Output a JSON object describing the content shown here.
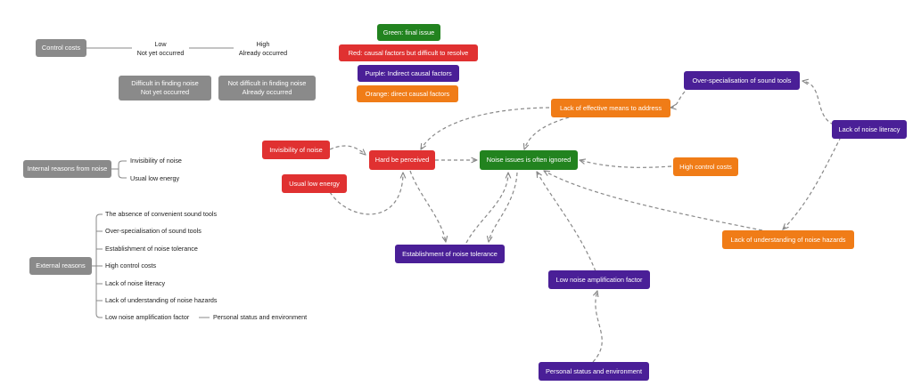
{
  "colors": {
    "gray": "#8a8a8a",
    "green": "#22831f",
    "red": "#e03131",
    "purple": "#4a1f97",
    "orange": "#f07c17",
    "connector": "#888888"
  },
  "control_costs": {
    "root": "Control costs",
    "low_title": "Low",
    "low_sub": "Not yet occurred",
    "high_title": "High",
    "high_sub": "Already occurred",
    "difficult_title": "Difficult in finding noise",
    "difficult_sub": "Not yet occurred",
    "not_difficult_title": "Not difficult in finding noise",
    "not_difficult_sub": "Already occurred"
  },
  "legend": {
    "green": "Green: final issue",
    "red": "Red: causal factors but difficult to resolve",
    "purple": "Purple: Indirect causal factors",
    "orange": "Orange: direct causal factors"
  },
  "internal": {
    "root": "Internal reasons from noise",
    "items": [
      "Invisibility of noise",
      "Usual low energy"
    ]
  },
  "external": {
    "root": "External reasons",
    "items": [
      "The absence of convenient sound tools",
      "Over-specialisation of sound tools",
      "Establishment of noise tolerance",
      "High control costs",
      "Lack of noise literacy",
      "Lack of understanding of noise hazards",
      "Low noise amplification factor"
    ],
    "sub_item": "Personal status and environment"
  },
  "causal_map": {
    "ignored": "Noise issues is often ignored",
    "hard_perceived": "Hard be perceived",
    "invisibility": "Invisibility of noise",
    "usual_low_energy": "Usual low energy",
    "lack_means": "Lack of effective means to address",
    "high_control_costs": "High control costs",
    "over_specialisation": "Over-specialisation of sound tools",
    "lack_literacy": "Lack of noise literacy",
    "lack_understanding": "Lack of understanding of noise hazards",
    "tolerance": "Establishment of noise tolerance",
    "low_amplification": "Low noise amplification factor",
    "personal_status": "Personal status and environment"
  }
}
